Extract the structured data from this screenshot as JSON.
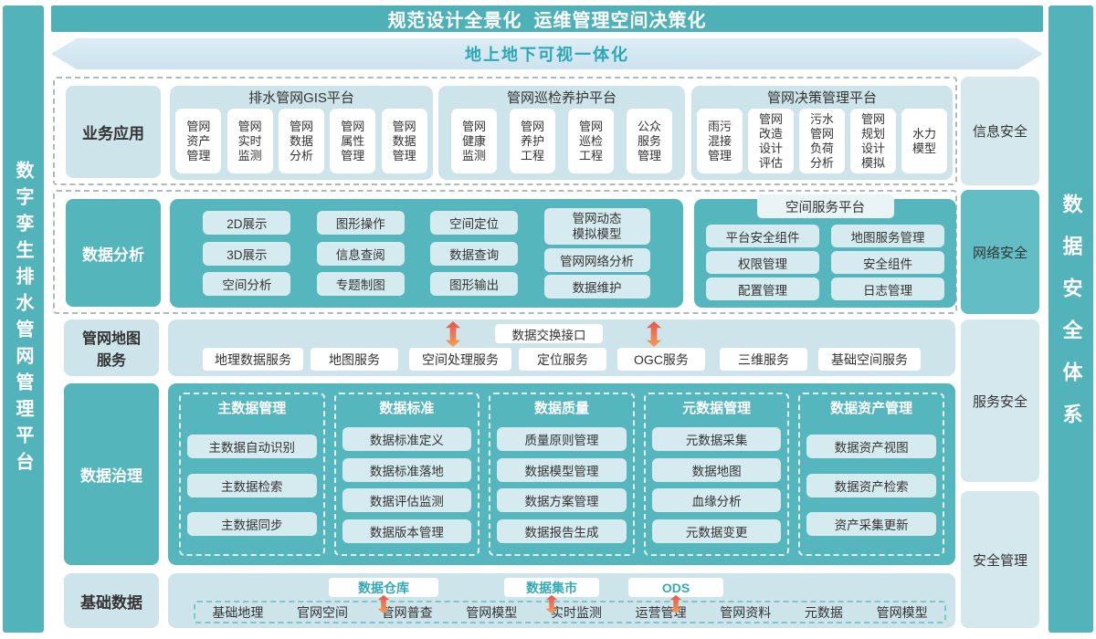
{
  "left_bar": "数字孪生排水管网管理平台",
  "right_bar": "数据安全体系",
  "top_banner": "规范设计全景化  运维管理空间决策化",
  "arrow_banner": "地上地下可视一体化",
  "security_boxes": [
    "信息安全",
    "网络安全",
    "服务安全",
    "安全管理"
  ],
  "colors": {
    "teal": "#52b3ba",
    "panel_teal": "#55b7bd",
    "panel_light": "#cde4eb",
    "pill_light": "#d6ebef",
    "pill_white": "#ffffff",
    "band_blue": "#d4e8f1",
    "accent_text": "#2ba7b6",
    "store_text": "#35a9b8",
    "arrow_gradient_top": "#e4554e",
    "arrow_gradient_bottom": "#f49d55",
    "dark_text": "#333333"
  },
  "rows": {
    "business": {
      "label": "业务应用",
      "groups": [
        {
          "title": "排水管网GIS平台",
          "items": [
            "管网\n资产\n管理",
            "管网\n实时\n监测",
            "管网\n数据\n分析",
            "管网\n属性\n管理",
            "管网\n数据\n管理"
          ]
        },
        {
          "title": "管网巡检养护平台",
          "items": [
            "管网\n健康\n监测",
            "管网\n养护\n工程",
            "管网\n巡检\n工程",
            "公众\n服务\n管理"
          ]
        },
        {
          "title": "管网决策管理平台",
          "items": [
            "雨污\n混接\n管理",
            "管网\n改造\n设计\n评估",
            "污水\n管网\n负荷\n分析",
            "管网\n规划\n设计\n模拟",
            "水力\n模型"
          ]
        }
      ]
    },
    "analysis": {
      "label": "数据分析",
      "columns": [
        [
          "2D展示",
          "3D展示",
          "空间分析"
        ],
        [
          "图形操作",
          "信息查阅",
          "专题制图"
        ],
        [
          "空间定位",
          "数据查询",
          "图形输出"
        ],
        [
          "管网动态\n模拟模型",
          "管网网络分析",
          "数据维护"
        ]
      ],
      "platform": {
        "title": "空间服务平台",
        "cols": [
          [
            "平台安全组件",
            "权限管理",
            "配置管理"
          ],
          [
            "地图服务管理",
            "安全组件",
            "日志管理"
          ]
        ]
      }
    },
    "map": {
      "label": "管网地图\n服务",
      "exchange": "数据交换接口",
      "services": [
        "地理数据服务",
        "地图服务",
        "空间处理服务",
        "定位服务",
        "OGC服务",
        "三维服务",
        "基础空间服务"
      ]
    },
    "governance": {
      "label": "数据治理",
      "columns": [
        {
          "title": "主数据管理",
          "items": [
            "主数据自动识别",
            "主数据检索",
            "主数据同步"
          ]
        },
        {
          "title": "数据标准",
          "items": [
            "数据标准定义",
            "数据标准落地",
            "数据评估监测",
            "数据版本管理"
          ]
        },
        {
          "title": "数据质量",
          "items": [
            "质量原则管理",
            "数据模型管理",
            "数据方案管理",
            "数据报告生成"
          ]
        },
        {
          "title": "元数据管理",
          "items": [
            "元数据采集",
            "数据地图",
            "血缘分析",
            "元数据变更"
          ]
        },
        {
          "title": "数据资产管理",
          "items": [
            "数据资产视图",
            "数据资产检索",
            "资产采集更新"
          ]
        }
      ]
    },
    "base": {
      "label": "基础数据",
      "stores": [
        "数据仓库",
        "数据集市",
        "ODS"
      ],
      "items": [
        "基础地理",
        "官网空间",
        "管网普查",
        "管网模型",
        "实时监测",
        "运营管理",
        "管网资料",
        "元数据",
        "管网模型"
      ]
    }
  }
}
